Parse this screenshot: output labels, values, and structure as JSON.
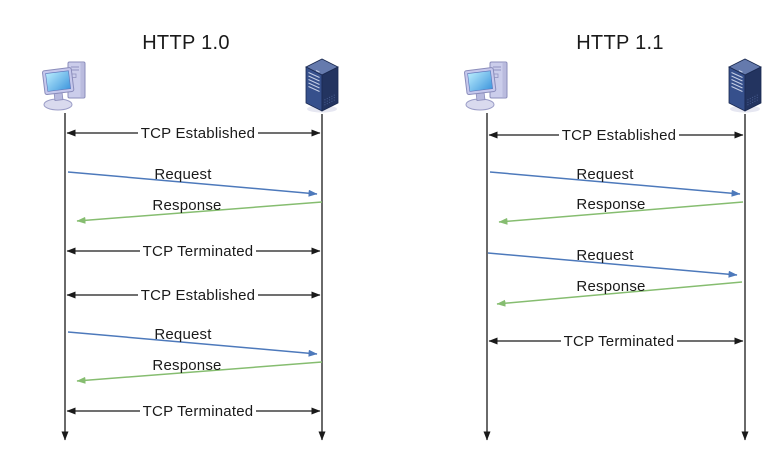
{
  "page": {
    "background": "#ffffff"
  },
  "colors": {
    "tcp_arrow": "#1a1a1a",
    "request_arrow": "#4d79bb",
    "response_arrow": "#86bd70",
    "text": "#1a1a1a"
  },
  "diagrams": [
    {
      "title": "HTTP 1.0",
      "actors": [
        {
          "name": "client",
          "icon": "desktop-computer-icon"
        },
        {
          "name": "server",
          "icon": "server-tower-icon"
        }
      ],
      "events": [
        {
          "label": "TCP Established",
          "type": "tcp",
          "direction": "bidirectional"
        },
        {
          "label": "Request",
          "type": "message",
          "direction": "client-to-server"
        },
        {
          "label": "Response",
          "type": "message",
          "direction": "server-to-client"
        },
        {
          "label": "TCP Terminated",
          "type": "tcp",
          "direction": "bidirectional"
        },
        {
          "label": "TCP Established",
          "type": "tcp",
          "direction": "bidirectional"
        },
        {
          "label": "Request",
          "type": "message",
          "direction": "client-to-server"
        },
        {
          "label": "Response",
          "type": "message",
          "direction": "server-to-client"
        },
        {
          "label": "TCP Terminated",
          "type": "tcp",
          "direction": "bidirectional"
        }
      ]
    },
    {
      "title": "HTTP 1.1",
      "actors": [
        {
          "name": "client",
          "icon": "desktop-computer-icon"
        },
        {
          "name": "server",
          "icon": "server-tower-icon"
        }
      ],
      "events": [
        {
          "label": "TCP Established",
          "type": "tcp",
          "direction": "bidirectional"
        },
        {
          "label": "Request",
          "type": "message",
          "direction": "client-to-server"
        },
        {
          "label": "Response",
          "type": "message",
          "direction": "server-to-client"
        },
        {
          "label": "Request",
          "type": "message",
          "direction": "client-to-server"
        },
        {
          "label": "Response",
          "type": "message",
          "direction": "server-to-client"
        },
        {
          "label": "TCP Terminated",
          "type": "tcp",
          "direction": "bidirectional"
        }
      ]
    }
  ]
}
